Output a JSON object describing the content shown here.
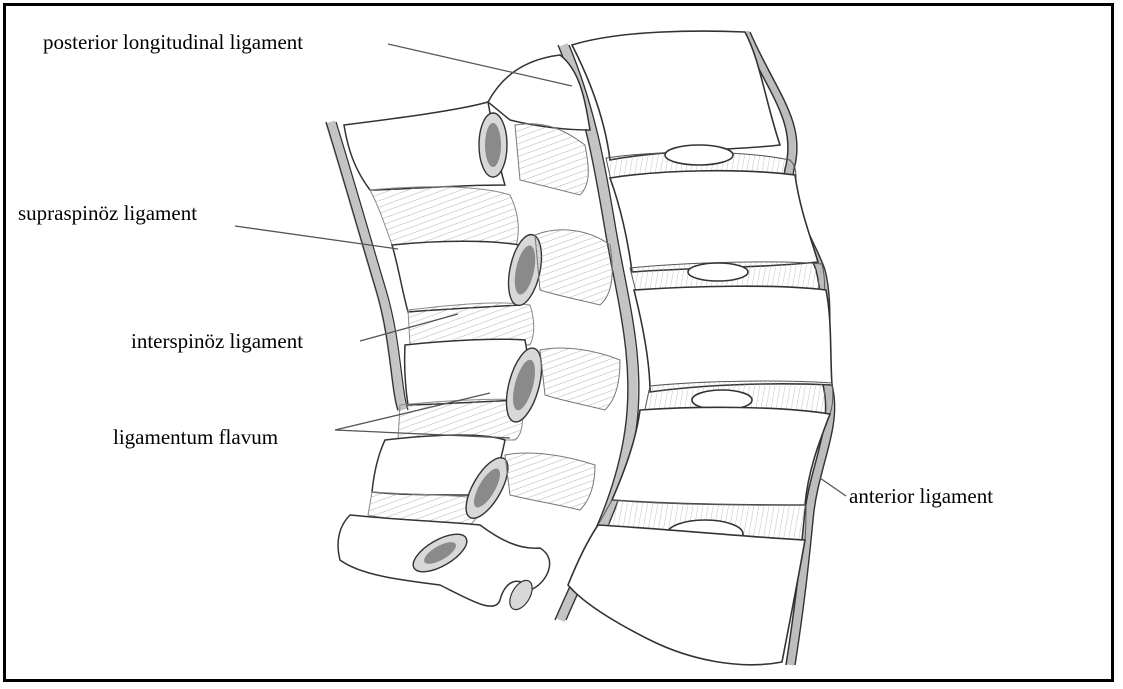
{
  "labels": {
    "posterior_longitudinal": "posterior longitudinal ligament",
    "supraspinous": "supraspinöz ligament",
    "interspinous": "interspinöz ligament",
    "ligamentum_flavum": "ligamentum flavum",
    "anterior": "anterior ligament"
  },
  "colors": {
    "line": "#333333",
    "ligament_band": "#c8c8c8",
    "spinous_tip": "#8a8a8a",
    "fiber": "#9a9a9a",
    "frame": "#000000"
  }
}
